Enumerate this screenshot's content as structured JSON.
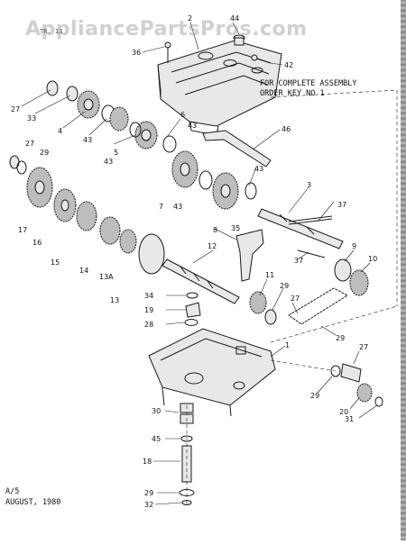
{
  "watermark": "AppliancePartsPros.com",
  "header_code": "TR. 13",
  "note": [
    "FOR COMPLETE ASSEMBLY",
    "ORDER KEY NO 1"
  ],
  "footer": {
    "line1": "A/5",
    "line2": "AUGUST, 1980"
  },
  "callouts": [
    "44",
    "2",
    "36",
    "42",
    "27",
    "33",
    "4",
    "43",
    "6",
    "43",
    "5",
    "43",
    "46",
    "27",
    "29",
    "7",
    "43",
    "43",
    "3",
    "37",
    "17",
    "16",
    "8",
    "15",
    "14",
    "13A",
    "13",
    "35",
    "12",
    "37",
    "9",
    "10",
    "11",
    "29",
    "34",
    "27",
    "19",
    "28",
    "29",
    "1",
    "27",
    "30",
    "29",
    "20",
    "31",
    "45",
    "18",
    "29",
    "32"
  ]
}
